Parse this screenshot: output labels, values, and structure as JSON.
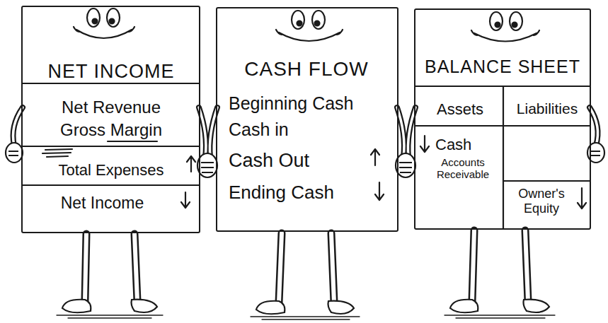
{
  "diagram": {
    "nodes": [
      {
        "text": [
          "NET INCOME",
          "Net Revenue",
          "Gross Margin",
          "Total Expenses",
          "Net Income"
        ]
      },
      {
        "text": [
          "CASH FLOW",
          "Beginning Cash",
          "Cash in",
          "Cash Out",
          "Ending Cash"
        ]
      },
      {
        "text": [
          "BALANCE SHEET",
          "Assets",
          "Liabilities",
          "Cash",
          "Accounts Receivable",
          "Owner's Equity"
        ]
      }
    ]
  }
}
